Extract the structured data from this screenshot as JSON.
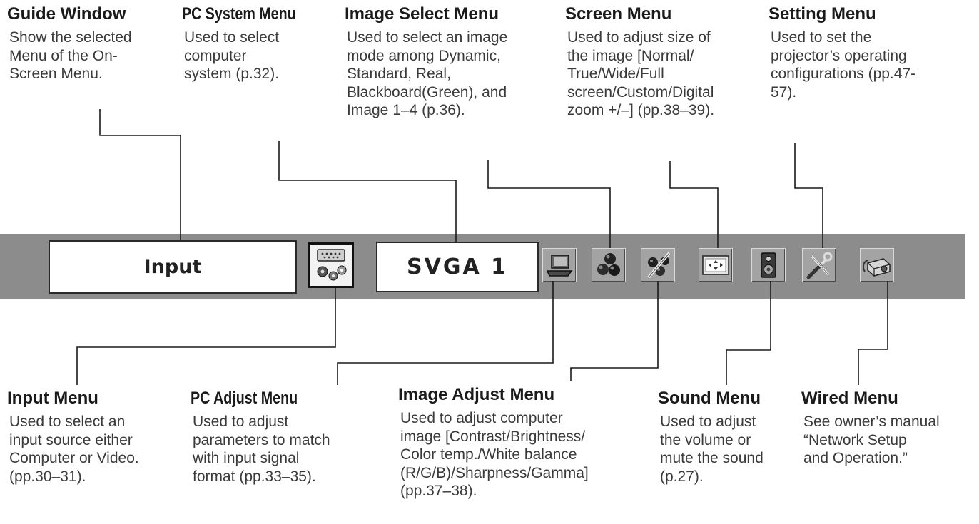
{
  "menu_bar": {
    "guide_window_text": "Input",
    "pc_system_text": "SVGA 1",
    "icons": [
      "input-menu-icon",
      "pc-adjust-menu-icon",
      "image-select-menu-icon",
      "image-adjust-menu-icon",
      "screen-menu-icon",
      "sound-menu-icon",
      "setting-menu-icon",
      "wired-menu-icon"
    ]
  },
  "callouts_top": [
    {
      "title": "Guide Window",
      "desc": "Show the selected\nMenu of the On-\nScreen Menu."
    },
    {
      "title": "PC System Menu",
      "desc": "Used to select\ncomputer\nsystem (p.32)."
    },
    {
      "title": "Image Select Menu",
      "desc": "Used to select an image\nmode among Dynamic,\nStandard, Real,\nBlackboard(Green), and\nImage 1–4 (p.36)."
    },
    {
      "title": "Screen Menu",
      "desc": "Used to adjust size of\nthe image [Normal/\nTrue/Wide/Full\nscreen/Custom/Digital\nzoom +/–] (pp.38–39)."
    },
    {
      "title": "Setting Menu",
      "desc": "Used to set the\nprojector’s operating\nconfigurations (pp.47-\n57)."
    }
  ],
  "callouts_bottom": [
    {
      "title": "Input Menu",
      "desc": "Used to select an\ninput source either\nComputer or Video.\n(pp.30–31)."
    },
    {
      "title": "PC Adjust Menu",
      "desc": "Used to adjust\nparameters to match\nwith input signal\nformat (pp.33–35)."
    },
    {
      "title": "Image Adjust Menu",
      "desc": "Used to adjust computer\nimage [Contrast/Brightness/\nColor temp./White balance\n(R/G/B)/Sharpness/Gamma]\n(pp.37–38)."
    },
    {
      "title": "Sound Menu",
      "desc": "Used to adjust\nthe volume or\nmute the sound\n(p.27)."
    },
    {
      "title": "Wired Menu",
      "desc": "See owner’s manual\n“Network Setup\nand Operation.”"
    }
  ]
}
